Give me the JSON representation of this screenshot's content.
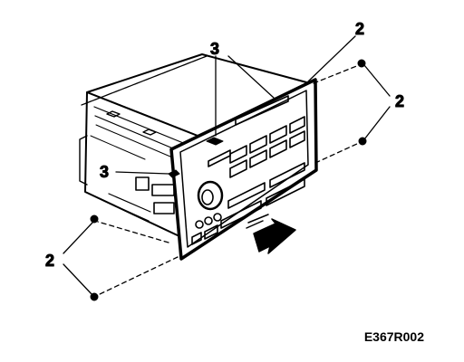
{
  "callouts": {
    "top_right_2": "2",
    "right_2": "2",
    "left_2": "2",
    "top_3": "3",
    "left_3": "3"
  },
  "figure_ref": "E367R002",
  "colors": {
    "ink": "#000000",
    "background": "#ffffff"
  }
}
